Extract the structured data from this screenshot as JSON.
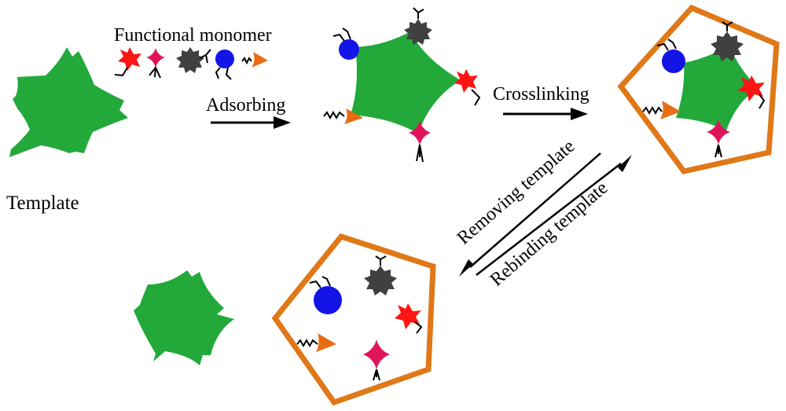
{
  "labels": {
    "functional_monomer": "Functional monomer",
    "template": "Template",
    "adsorbing": "Adsorbing",
    "crosslinking": "Crosslinking",
    "removing_template": "Removing template",
    "rebinding_template": "Rebinding template"
  },
  "colors": {
    "template": "#22a93a",
    "polymer_frame": "#e07818",
    "monomer_red_star": "#ff1414",
    "monomer_pink_star": "#e0145a",
    "monomer_gray_gear": "#404040",
    "monomer_blue_circle": "#1414e6",
    "monomer_orange_triangle": "#e86c14",
    "linker": "#000000"
  }
}
